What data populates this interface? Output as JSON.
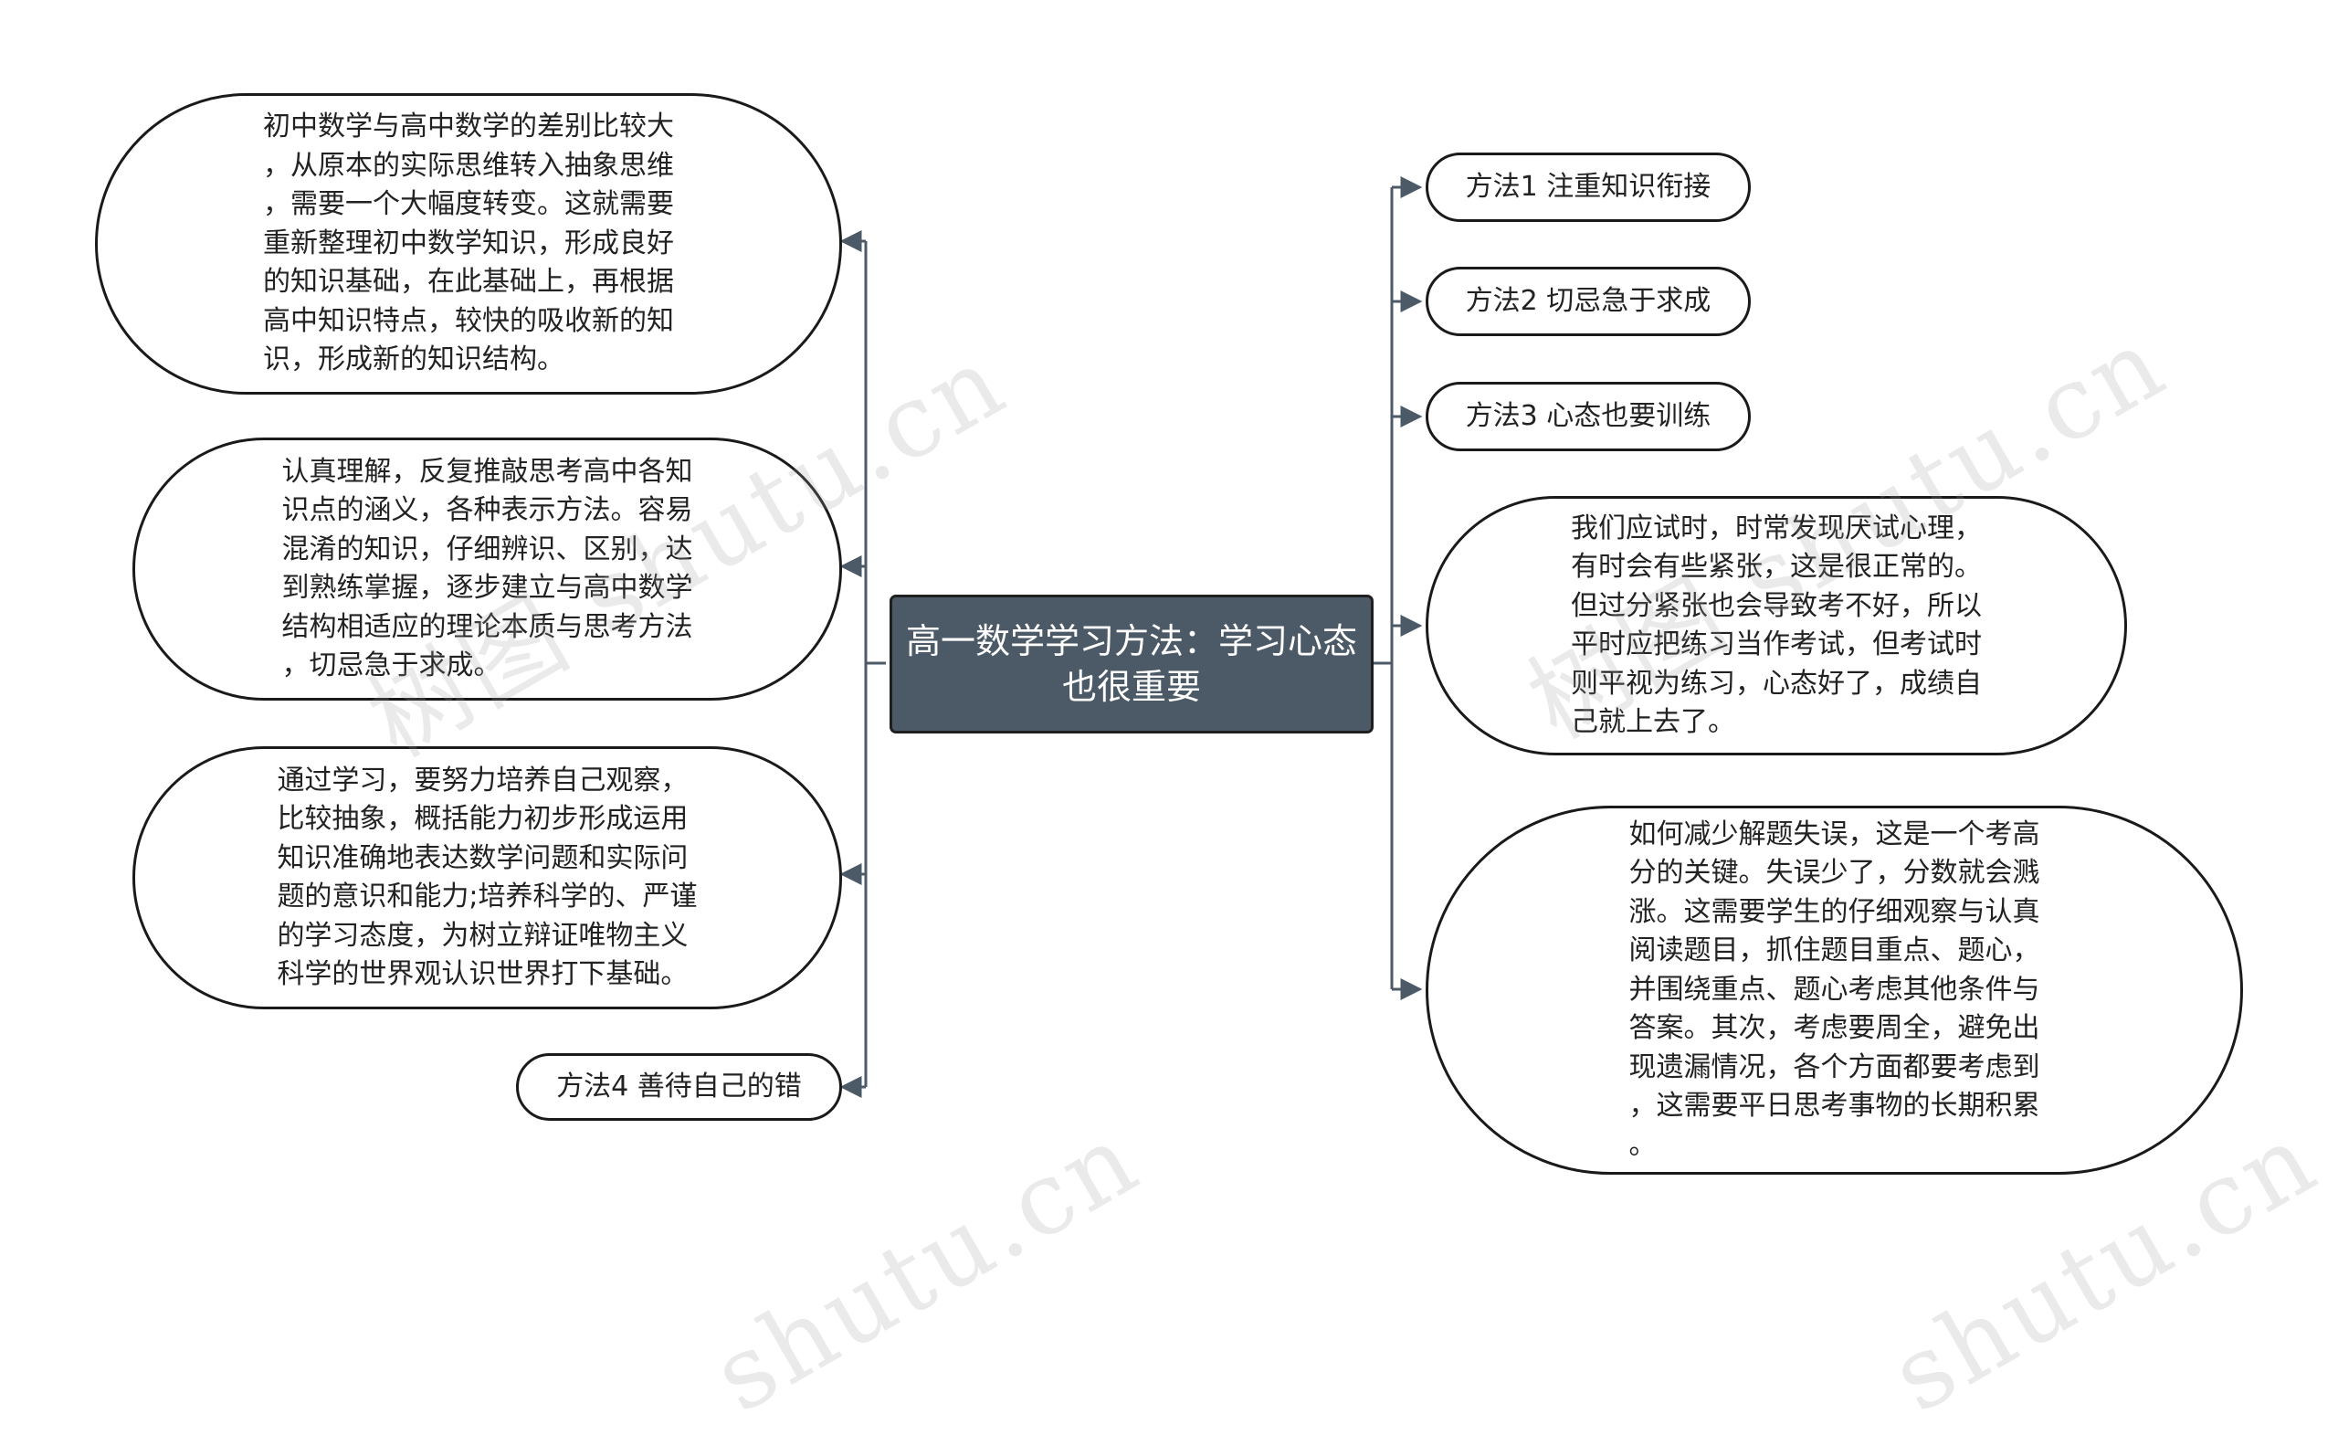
{
  "diagram": {
    "root": {
      "label": "高一数学学习方法：学习心态也很重要"
    },
    "left": [
      {
        "label": "初中数学与高中数学的差别比较大\n，从原本的实际思维转入抽象思维\n，需要一个大幅度转变。这就需要\n重新整理初中数学知识，形成良好\n的知识基础，在此基础上，再根据\n高中知识特点，较快的吸收新的知\n识，形成新的知识结构。"
      },
      {
        "label": "认真理解，反复推敲思考高中各知\n识点的涵义，各种表示方法。容易\n混淆的知识，仔细辨识、区别，达\n到熟练掌握，逐步建立与高中数学\n结构相适应的理论本质与思考方法\n，切忌急于求成。"
      },
      {
        "label": "通过学习，要努力培养自己观察，\n比较抽象，概括能力初步形成运用\n知识准确地表达数学问题和实际问\n题的意识和能力;培养科学的、严谨\n的学习态度，为树立辩证唯物主义\n科学的世界观认识世界打下基础。"
      },
      {
        "label": "方法4 善待自己的错"
      }
    ],
    "right": [
      {
        "label": "方法1 注重知识衔接"
      },
      {
        "label": "方法2 切忌急于求成"
      },
      {
        "label": "方法3 心态也要训练"
      },
      {
        "label": "我们应试时，时常发现厌试心理，\n有时会有些紧张，这是很正常的。\n但过分紧张也会导致考不好，所以\n平时应把练习当作考试，但考试时\n则平视为练习，心态好了，成绩自\n己就上去了。"
      },
      {
        "label": "如何减少解题失误，这是一个考高\n分的关键。失误少了，分数就会溅\n涨。这需要学生的仔细观察与认真\n阅读题目，抓住题目重点、题心，\n并围绕重点、题心考虑其他条件与\n答案。其次，考虑要周全，避免出\n现遗漏情况，各个方面都要考虑到\n，这需要平日思考事物的长期积累\n。"
      }
    ]
  },
  "watermarks": [
    "树图 shutu.cn",
    "树图 shutu.cn",
    "shutu.cn",
    "shutu.cn"
  ],
  "colors": {
    "root_fill": "#4c5a67",
    "node_border": "#1a1a1a",
    "connector": "#4c5a67"
  }
}
